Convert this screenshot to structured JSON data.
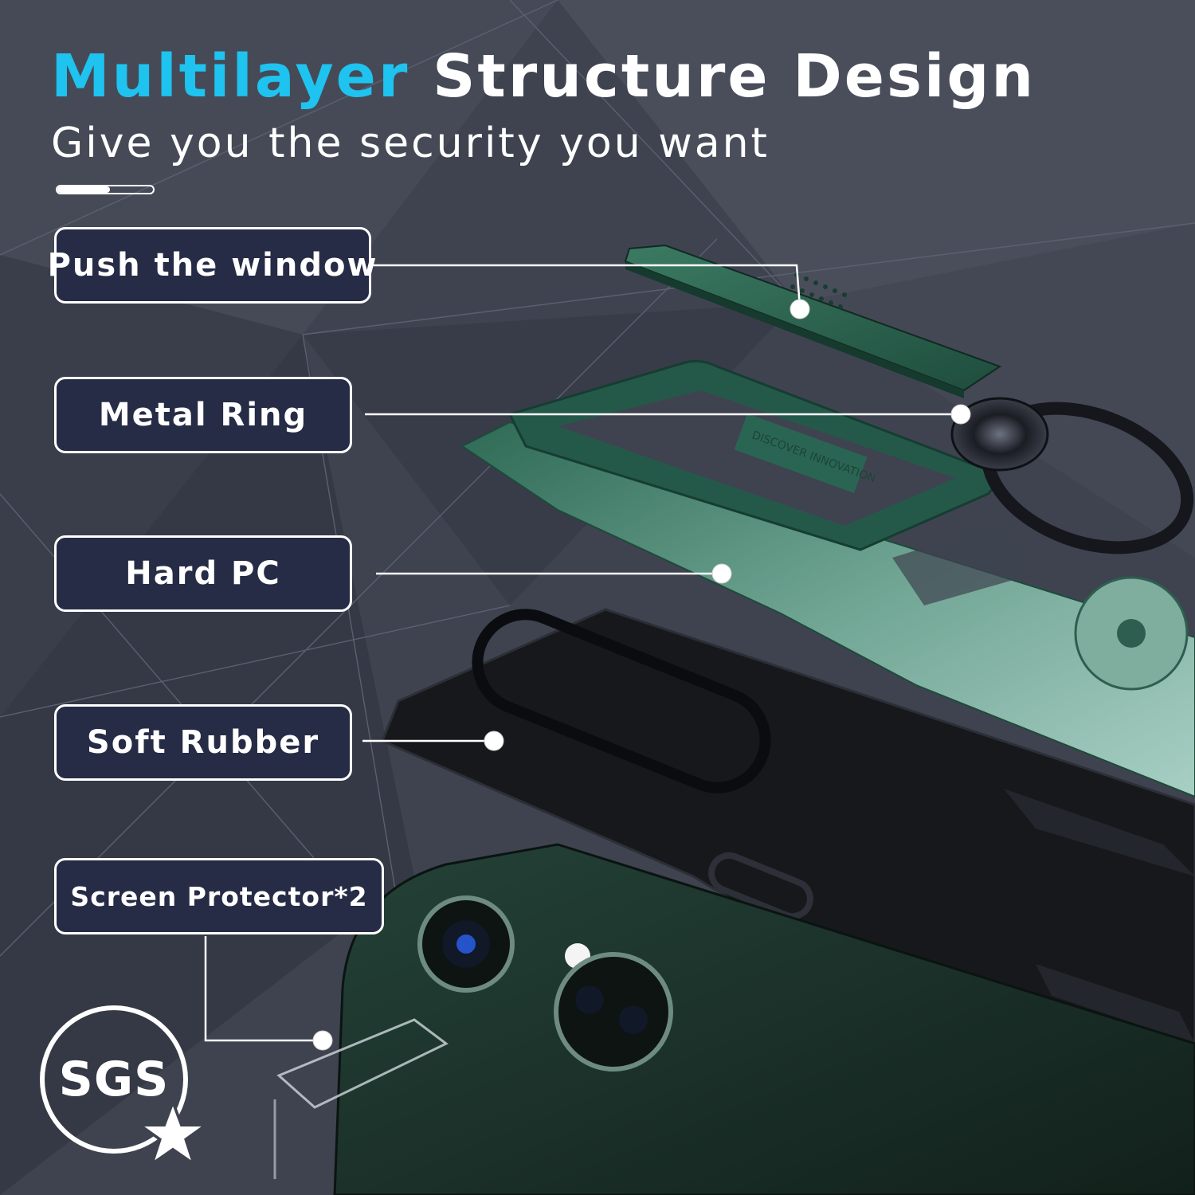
{
  "header": {
    "title_accent": "Multilayer",
    "title_rest": "Structure Design",
    "subtitle": "Give you the security you want",
    "progress_percent": 55
  },
  "labels": {
    "push_window": "Push the window",
    "metal_ring": "Metal Ring",
    "hard_pc": "Hard PC",
    "soft_rubber": "Soft Rubber",
    "screen_protector": "Screen Protector*2"
  },
  "badge": {
    "text": "SGS",
    "star_icon": "star-icon"
  },
  "product_text": {
    "embossed": "DISCOVER INNOVATION"
  },
  "colors": {
    "background": "#3f4350",
    "accent": "#1ec3ef",
    "label_fill": "#262b46",
    "case_green": "#2d6650",
    "light_green": "#8fb8ad"
  }
}
